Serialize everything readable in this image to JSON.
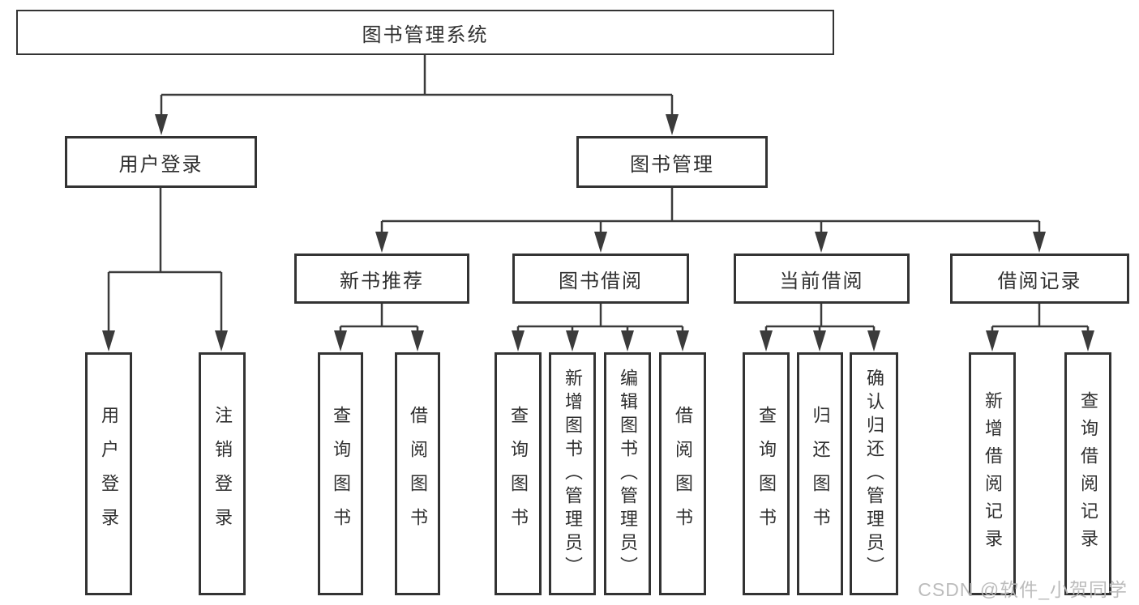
{
  "diagram": {
    "title": "图书管理系统",
    "branches": [
      {
        "label": "用户登录",
        "leaves": [
          "用户登录",
          "注销登录"
        ]
      },
      {
        "label": "图书管理",
        "children": [
          {
            "label": "新书推荐",
            "leaves": [
              "查询图书",
              "借阅图书"
            ]
          },
          {
            "label": "图书借阅",
            "leaves": [
              "查询图书",
              "新增图书（管理员）",
              "编辑图书（管理员）",
              "借阅图书"
            ]
          },
          {
            "label": "当前借阅",
            "leaves": [
              "查询图书",
              "归还图书",
              "确认归还（管理员）"
            ]
          },
          {
            "label": "借阅记录",
            "leaves": [
              "新增借阅记录",
              "查询借阅记录"
            ]
          }
        ]
      }
    ]
  },
  "watermark": {
    "text": "CSDN @软件_小贺同学"
  },
  "colors": {
    "line": "#3b3b3b",
    "border": "#333333",
    "text": "#2f2f2f",
    "watermark": "#b8b8b8",
    "background": "#ffffff"
  }
}
